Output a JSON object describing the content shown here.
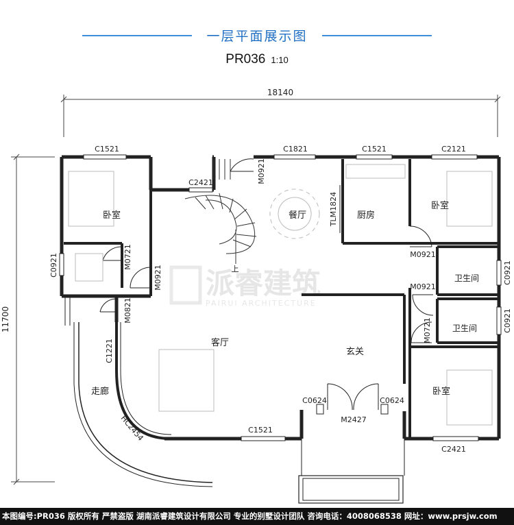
{
  "header": {
    "title": "一层平面展示图",
    "plan_code": "PR036",
    "scale": "1:10"
  },
  "dimensions": {
    "total_width": "18140",
    "total_depth": "11700"
  },
  "rooms": {
    "bedroom_nw": "卧室",
    "dining": "餐厅",
    "kitchen": "厨房",
    "bedroom_ne": "卧室",
    "bath_1": "卫生间",
    "bath_2": "卫生间",
    "living": "客厅",
    "foyer": "玄关",
    "bedroom_se": "卧室",
    "corridor": "走廊",
    "stair_up": "上"
  },
  "openings": {
    "c1521_top": "C1521",
    "c1821": "C1821",
    "c1521_kitchen": "C1521",
    "c2121": "C2121",
    "c2421_stair": "C2421",
    "m0921_stair": "M0921",
    "tlm1824": "TLM1824",
    "c0921_left": "C0921",
    "m0721_left": "M0721",
    "m0921_living": "M0921",
    "m0821": "M0821",
    "c1221": "C1221",
    "hc2454": "HC2454",
    "c1521_bottom": "C1521",
    "c0624_left": "C0624",
    "c0624_right": "C0624",
    "m2427": "M2427",
    "m0921_bed_ne": "M0921",
    "m0921_bath": "M0921",
    "m0721_bath": "M0721",
    "c0921_bath1": "C0921",
    "c0921_bath2": "C0921",
    "c2421_bottom": "C2421"
  },
  "watermark": {
    "brand": "派睿建筑",
    "sub": "PAIRUI ARCHITECTURE"
  },
  "footer": {
    "text": "本图编号:PR036 版权所有 严禁盗版 湖南派睿建筑设计有限公司 专业的别墅设计团队 咨询电话：4008068538 网址：www.prsjw.com"
  },
  "colors": {
    "title_blue": "#1f6fc4",
    "wall": "#222222",
    "footer_bg": "#111111"
  }
}
